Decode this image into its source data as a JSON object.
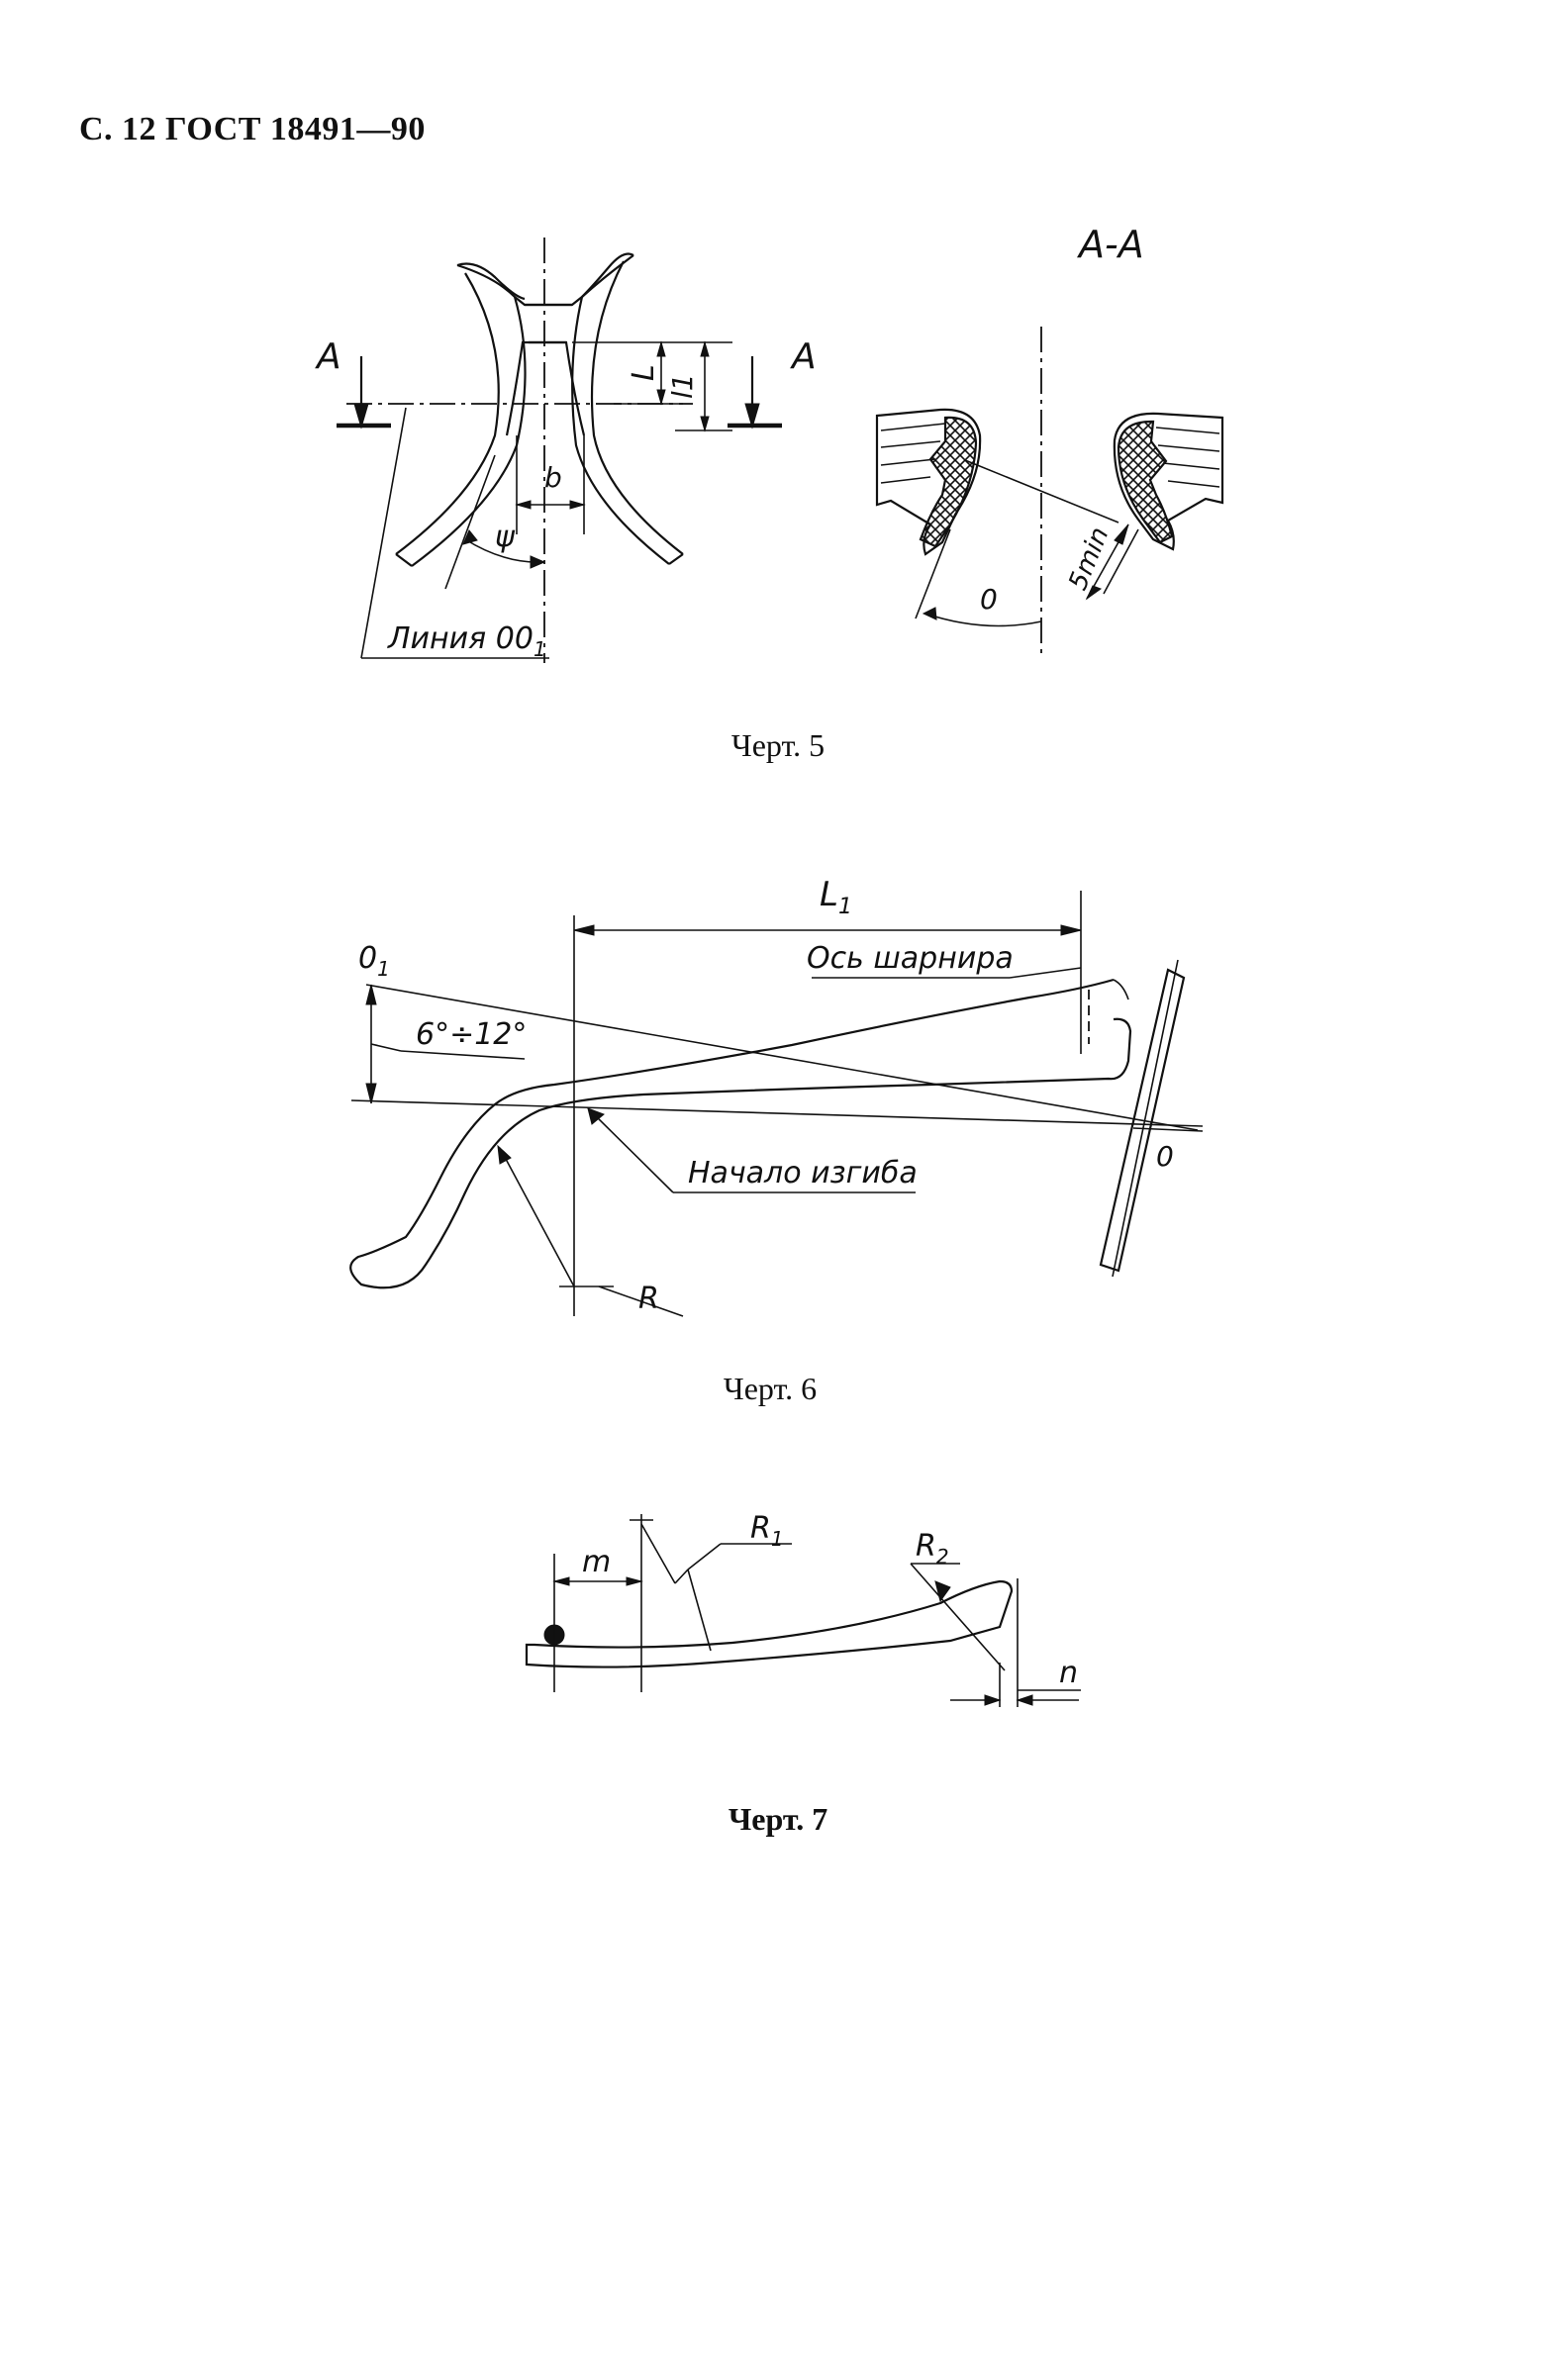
{
  "header": "С. 12 ГОСТ 18491—90",
  "fig5": {
    "caption": "Черт. 5",
    "section_title": "А-А",
    "label_a_left": "А",
    "label_a_right": "А",
    "label_L": "L",
    "label_l1": "l1",
    "label_b": "b",
    "label_psi": "ψ",
    "label_line": "Линия 00",
    "label_line_sub": "1",
    "label_5min": "5min",
    "label_0": "0"
  },
  "fig6": {
    "caption": "Черт. 6",
    "label_L1": "L",
    "label_L1_sub": "1",
    "label_hinge_axis": "Ось шарнира",
    "label_01": "0",
    "label_01_sub": "1",
    "label_angle": "6°÷12°",
    "label_bend_start": "Начало изгиба",
    "label_R": "R",
    "label_0": "0"
  },
  "fig7": {
    "caption": "Черт. 7",
    "label_m": "m",
    "label_R1": "R",
    "label_R1_sub": "1",
    "label_R2": "R",
    "label_R2_sub": "2",
    "label_n": "n"
  }
}
